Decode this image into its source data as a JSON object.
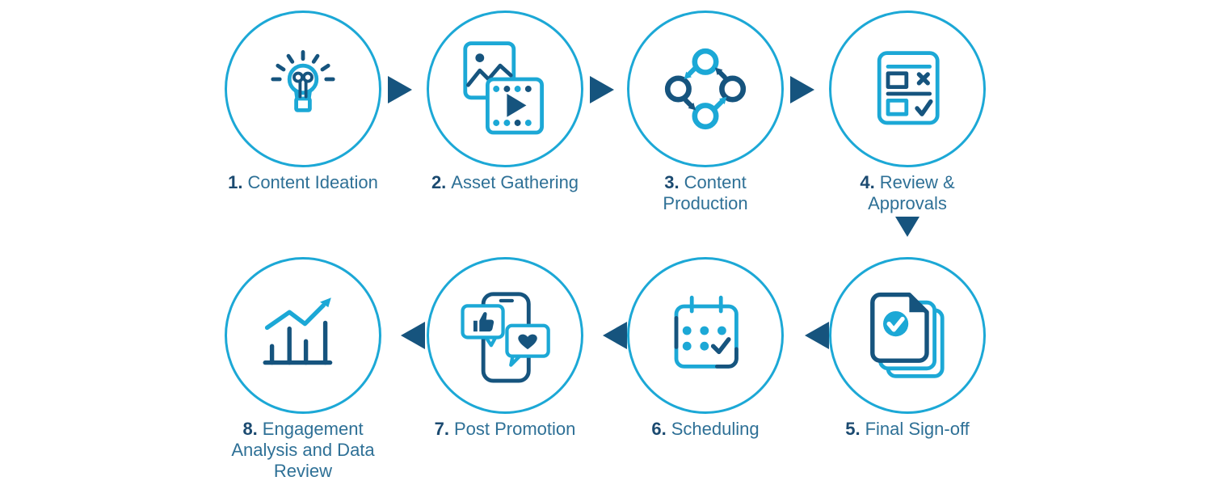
{
  "colors": {
    "cyan": "#1CA8D6",
    "navy": "#16547E",
    "number": "#1B4A70",
    "label": "#2E7096",
    "background": "#FFFFFF"
  },
  "steps": [
    {
      "num": "1.",
      "label": "Content Ideation",
      "icon": "lightbulb-icon"
    },
    {
      "num": "2.",
      "label": "Asset Gathering",
      "icon": "photo-video-icon"
    },
    {
      "num": "3.",
      "label": "Content\nProduction",
      "icon": "cycle-arrows-icon"
    },
    {
      "num": "4.",
      "label": "Review &\nApprovals",
      "icon": "checklist-form-icon"
    },
    {
      "num": "5.",
      "label": "Final Sign-off",
      "icon": "approved-documents-icon"
    },
    {
      "num": "6.",
      "label": "Scheduling",
      "icon": "calendar-icon"
    },
    {
      "num": "7.",
      "label": "Post Promotion",
      "icon": "phone-social-icon"
    },
    {
      "num": "8.",
      "label": "Engagement\nAnalysis and Data\nReview",
      "icon": "bar-chart-growth-icon"
    }
  ],
  "connectors": [
    {
      "from": "1",
      "to": "2",
      "direction": "right"
    },
    {
      "from": "2",
      "to": "3",
      "direction": "right"
    },
    {
      "from": "3",
      "to": "4",
      "direction": "right"
    },
    {
      "from": "4",
      "to": "5",
      "direction": "down"
    },
    {
      "from": "5",
      "to": "6",
      "direction": "left"
    },
    {
      "from": "6",
      "to": "7",
      "direction": "left"
    },
    {
      "from": "7",
      "to": "8",
      "direction": "left"
    }
  ]
}
